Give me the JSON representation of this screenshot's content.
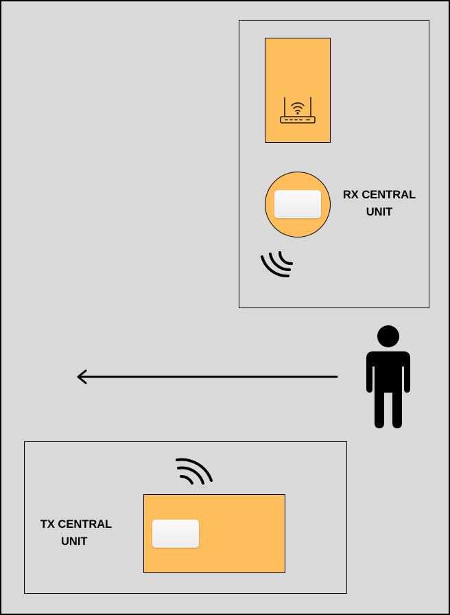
{
  "rx_unit": {
    "label_line1": "RX CENTRAL",
    "label_line2": "UNIT"
  },
  "tx_unit": {
    "label_line1": "TX CENTRAL",
    "label_line2": "UNIT"
  },
  "colors": {
    "background": "#d9d9d9",
    "unit_fill": "#ffbe5c",
    "outline": "#000000",
    "device": "#f2f2f2"
  },
  "icons": [
    "wifi-router-icon",
    "wireless-signal-icon",
    "person-icon",
    "arrow-left-icon"
  ]
}
